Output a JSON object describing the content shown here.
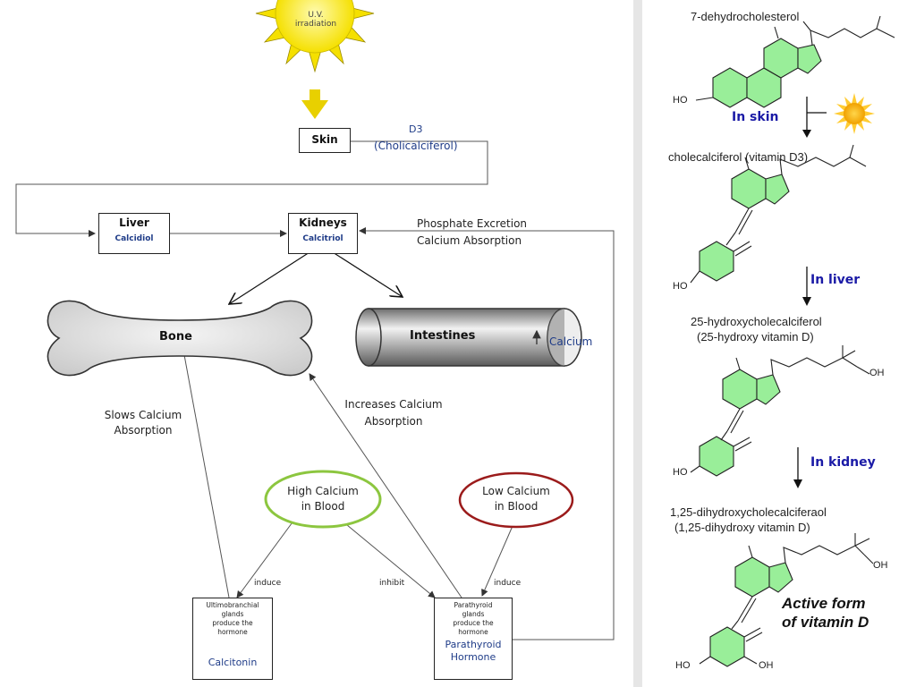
{
  "left_diagram": {
    "uv_label": "U.V.\nirradiation",
    "skin": {
      "label": "Skin"
    },
    "d3": {
      "line1": "D3",
      "line2": "(Cholicalciferol)"
    },
    "liver": {
      "label": "Liver",
      "sub": "Calcidiol"
    },
    "kidneys": {
      "label": "Kidneys",
      "sub": "Calcitriol"
    },
    "phosphate": {
      "line1": "Phosphate Excretion",
      "line2": "Calcium Absorption"
    },
    "bone": {
      "label": "Bone"
    },
    "intestines": {
      "label": "Intestines",
      "calcium": "Calcium"
    },
    "slows": {
      "line1": "Slows Calcium",
      "line2": "Absorption"
    },
    "increases": {
      "line1": "Increases Calcium",
      "line2": "Absorption"
    },
    "high_calcium": {
      "line1": "High Calcium",
      "line2": "in Blood"
    },
    "low_calcium": {
      "line1": "Low Calcium",
      "line2": "in Blood"
    },
    "induce_left": "induce",
    "inhibit": "inhibit",
    "induce_right": "induce",
    "ultimo": {
      "text": "Ultimobranchial\nglands\nproduce the\nhormone",
      "hormone": "Calcitonin"
    },
    "parathyroid": {
      "text": "Parathyroid\nglands\nproduce the\nhormone",
      "hormone": "Parathyroid\nHormone"
    },
    "colors": {
      "sun": "#f5e000",
      "uv_arrow": "#e8d000",
      "green_oval": "#8cc63f",
      "red_oval": "#9b1b1b",
      "hormone_text": "#1f3c88"
    }
  },
  "right_pathway": {
    "compound1": "7-dehydrocholesterol",
    "step1": "In skin",
    "compound2": "cholecalciferol (vitamin D3)",
    "step2": "In liver",
    "compound3_line1": "25-hydroxycholecalciferol",
    "compound3_line2": "(25-hydroxy vitamin D)",
    "step3": "In kidney",
    "compound4_line1": "1,25-dihydroxycholecalciferaol",
    "compound4_line2": "(1,25-dihydroxy vitamin D)",
    "active_line1": "Active form",
    "active_line2": "of vitamin D",
    "ho": "HO",
    "oh": "OH",
    "colors": {
      "ring_fill": "#99ee99",
      "ring_stroke": "#222222",
      "step_text": "#1a1aa6"
    }
  }
}
